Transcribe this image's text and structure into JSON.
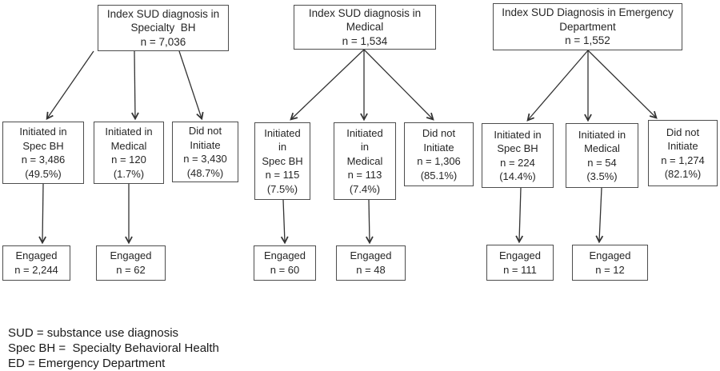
{
  "diagram": {
    "groups": [
      {
        "root": "Index SUD diagnosis in\nSpecialty  BH\nn = 7,036",
        "children": [
          {
            "label": "Initiated in\nSpec BH\nn = 3,486\n(49.5%)"
          },
          {
            "label": "Initiated in\nMedical\nn = 120\n(1.7%)"
          },
          {
            "label": "Did not\nInitiate\nn = 3,430\n(48.7%)"
          }
        ],
        "engaged": [
          "Engaged\nn = 2,244",
          "Engaged\nn = 62"
        ]
      },
      {
        "root": "Index SUD diagnosis in\nMedical\nn = 1,534",
        "children": [
          {
            "label": "Initiated\nin\nSpec BH\nn = 115\n(7.5%)"
          },
          {
            "label": "Initiated\nin\nMedical\nn = 113\n(7.4%)"
          },
          {
            "label": "Did not\nInitiate\nn = 1,306\n(85.1%)"
          }
        ],
        "engaged": [
          "Engaged\nn = 60",
          "Engaged\nn = 48"
        ]
      },
      {
        "root": "Index SUD Diagnosis in Emergency\nDepartment\nn = 1,552",
        "children": [
          {
            "label": "Initiated in\nSpec BH\nn = 224\n(14.4%)"
          },
          {
            "label": "Initiated in\nMedical\nn = 54\n(3.5%)"
          },
          {
            "label": "Did not\nInitiate\nn = 1,274\n(82.1%)"
          }
        ],
        "engaged": [
          "Engaged\nn = 111",
          "Engaged\nn = 12"
        ]
      }
    ],
    "legend": {
      "line1": "SUD = substance use diagnosis",
      "line2": "Spec BH =  Specialty Behavioral Health",
      "line3": "ED = Emergency Department"
    },
    "colors": {
      "box_border": "#4d4d4d",
      "text": "#262626",
      "arrow": "#333333",
      "background": "#ffffff"
    }
  }
}
